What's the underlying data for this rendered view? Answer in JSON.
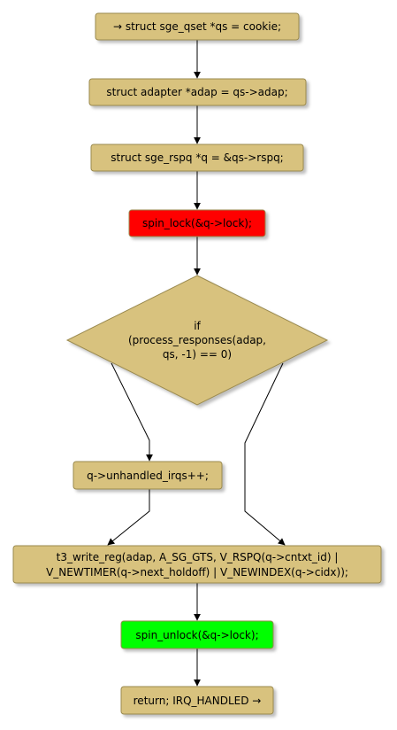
{
  "colors": {
    "box_fill": "#d8c27e",
    "box_stroke": "#9a8a50",
    "lock_fill": "#ff0000",
    "unlock_fill": "#00ff00",
    "edge": "#000000"
  },
  "nodes": {
    "start": "→ struct sge_qset *qs = cookie;",
    "adap": "struct adapter *adap = qs->adap;",
    "rspq": "struct sge_rspq *q = &qs->rspq;",
    "lock": "spin_lock(&q->lock);",
    "cond": {
      "line1": "if",
      "line2": "(process_responses(adap,",
      "line3": "qs, -1) == 0)"
    },
    "unhandled": "q->unhandled_irqs++;",
    "write": {
      "line1": "t3_write_reg(adap, A_SG_GTS, V_RSPQ(q->cntxt_id) |",
      "line2": "V_NEWTIMER(q->next_holdoff) | V_NEWINDEX(q->cidx));"
    },
    "unlock": "spin_unlock(&q->lock);",
    "ret": "return; IRQ_HANDLED →"
  }
}
